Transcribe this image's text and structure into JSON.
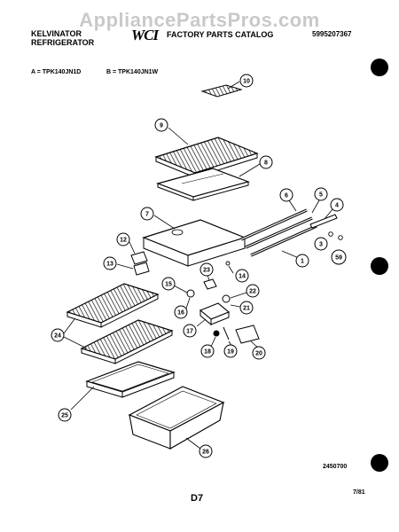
{
  "watermark": "AppliancePartsPros.com",
  "header": {
    "brand_line1": "KELVINATOR",
    "brand_line2": "REFRIGERATOR",
    "logo": "WCI",
    "catalog_title": "FACTORY PARTS CATALOG",
    "part_number": "5995207367"
  },
  "models": {
    "a": "A = TPK140JN1D",
    "b": "B = TPK140JN1W"
  },
  "footer": {
    "drawing_number": "2450700",
    "page_code": "D7",
    "date": "7/81"
  },
  "callouts": [
    {
      "id": "c10",
      "label": "10"
    },
    {
      "id": "c9",
      "label": "9"
    },
    {
      "id": "c8",
      "label": "8"
    },
    {
      "id": "c7",
      "label": "7"
    },
    {
      "id": "c6",
      "label": "6"
    },
    {
      "id": "c5",
      "label": "5"
    },
    {
      "id": "c4",
      "label": "4"
    },
    {
      "id": "c3",
      "label": "3"
    },
    {
      "id": "c59",
      "label": "59"
    },
    {
      "id": "c1",
      "label": "1"
    },
    {
      "id": "c12",
      "label": "12"
    },
    {
      "id": "c13",
      "label": "13"
    },
    {
      "id": "c23",
      "label": "23"
    },
    {
      "id": "c14",
      "label": "14"
    },
    {
      "id": "c15",
      "label": "15"
    },
    {
      "id": "c22",
      "label": "22"
    },
    {
      "id": "c16",
      "label": "16"
    },
    {
      "id": "c21",
      "label": "21"
    },
    {
      "id": "c17",
      "label": "17"
    },
    {
      "id": "c18",
      "label": "18"
    },
    {
      "id": "c19",
      "label": "19"
    },
    {
      "id": "c20",
      "label": "20"
    },
    {
      "id": "c24",
      "label": "24"
    },
    {
      "id": "c25",
      "label": "25"
    },
    {
      "id": "c26",
      "label": "26"
    }
  ]
}
